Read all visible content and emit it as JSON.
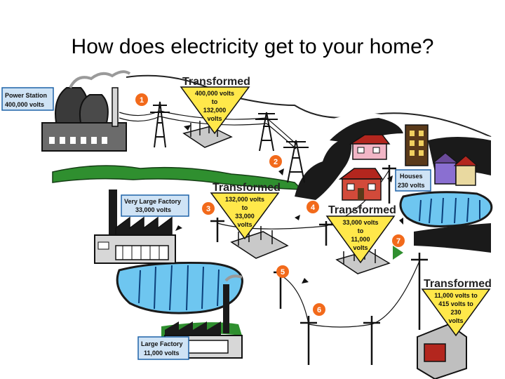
{
  "title": "How does electricity get to your home?",
  "colors": {
    "label_box_fill": "#cfe3f5",
    "label_box_border": "#1f63a8",
    "transform_triangle": "#ffe84a",
    "step_circle": "#f26a1b",
    "water": "#6ec6f0",
    "grass": "#2f8f2f"
  },
  "labels": {
    "power_station": {
      "line1": "Power Station",
      "line2": "400,000 volts"
    },
    "very_large_factory": {
      "line1": "Very Large Factory",
      "line2": "33,000 volts"
    },
    "large_factory": {
      "line1": "Large Factory",
      "line2": "11,000 volts"
    },
    "houses": {
      "line1": "Houses",
      "line2": "230 volts"
    }
  },
  "transformers": [
    {
      "heading": "Transformed",
      "lines": [
        "400,000 volts",
        "to",
        "132,000",
        "volts"
      ]
    },
    {
      "heading": "Transformed",
      "lines": [
        "132,000 volts",
        "to",
        "33,000",
        "volts"
      ]
    },
    {
      "heading": "Transformed",
      "lines": [
        "33,000 volts",
        "to",
        "11,000",
        "volts"
      ]
    },
    {
      "heading": "Transformed",
      "lines": [
        "11,000 volts to",
        "415 volts to",
        "230",
        "volts"
      ]
    }
  ],
  "steps": [
    "1",
    "2",
    "3",
    "4",
    "5",
    "6",
    "7"
  ]
}
